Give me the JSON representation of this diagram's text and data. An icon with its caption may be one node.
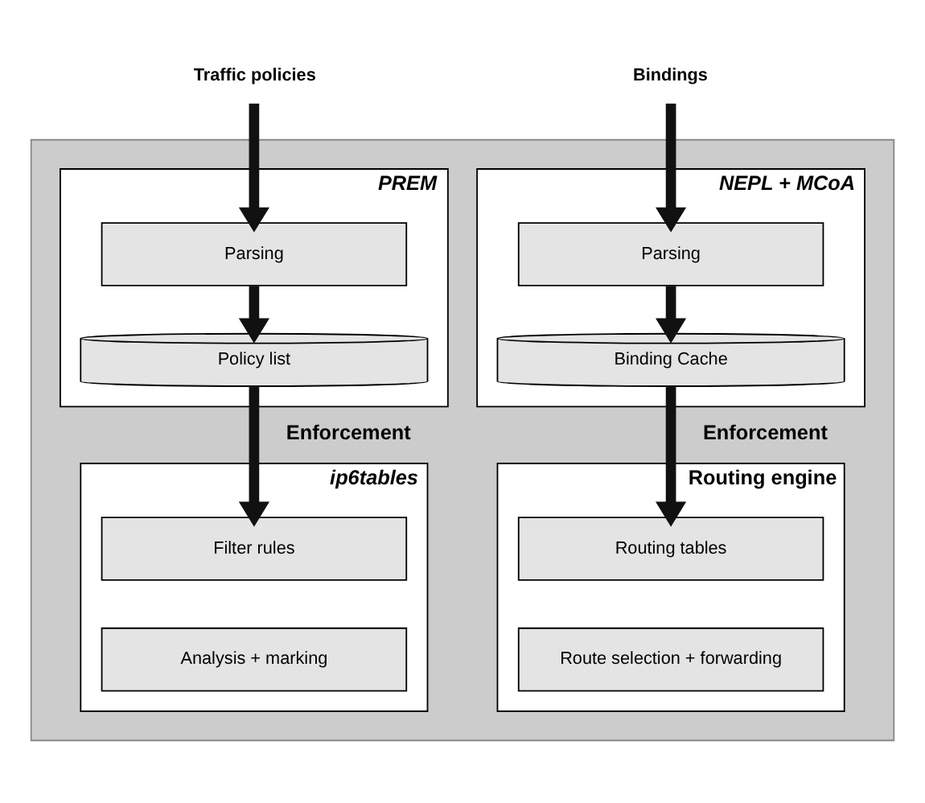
{
  "diagram": {
    "nodes": [
      {
        "text": [
          "Traffic policies"
        ]
      },
      {
        "text": [
          "Bindings"
        ]
      },
      {
        "text": [],
        "shape": "box"
      },
      {
        "text": [
          "PREM"
        ],
        "in": 2
      },
      {
        "text": [
          "Parsing"
        ],
        "in": 3
      },
      {
        "text": [
          "Policy list"
        ],
        "in": 3
      },
      {
        "text": [
          "NEPL + MCoA"
        ],
        "in": 2
      },
      {
        "text": [
          "Parsing"
        ],
        "in": 6
      },
      {
        "text": [
          "Binding Cache"
        ],
        "in": 6
      },
      {
        "text": [
          "ip6tables"
        ],
        "in": 2
      },
      {
        "text": [
          "Filter rules"
        ],
        "in": 9
      },
      {
        "text": [
          "Analysis + marking"
        ],
        "in": 9
      },
      {
        "text": [
          "Routing engine"
        ],
        "in": 2
      },
      {
        "text": [
          "Routing tables"
        ],
        "in": 12
      },
      {
        "text": [
          "Route selection + forwarding"
        ],
        "in": 12
      }
    ],
    "edges": [
      {
        "from": 0,
        "to": 4,
        "arrow": "to"
      },
      {
        "from": 4,
        "to": 5,
        "arrow": "to"
      },
      {
        "from": 5,
        "to": 10,
        "arrow": "to",
        "label": "Enforcement"
      },
      {
        "from": 1,
        "to": 7,
        "arrow": "to"
      },
      {
        "from": 7,
        "to": 8,
        "arrow": "to"
      },
      {
        "from": 8,
        "to": 13,
        "arrow": "to",
        "label": "Enforcement"
      }
    ]
  }
}
